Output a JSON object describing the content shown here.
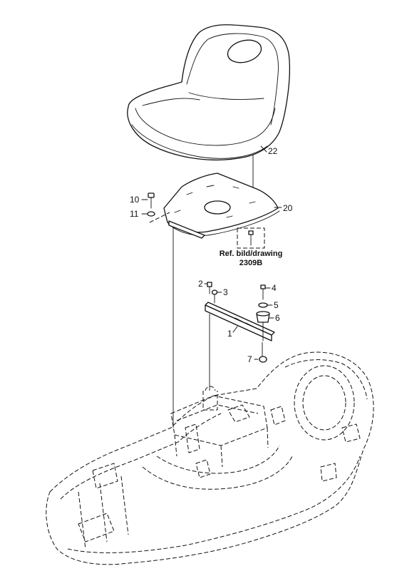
{
  "parts": [
    {
      "id": "p22",
      "label": "22"
    },
    {
      "id": "p20",
      "label": "20"
    },
    {
      "id": "p10",
      "label": "10"
    },
    {
      "id": "p11",
      "label": "11"
    },
    {
      "id": "p2",
      "label": "2"
    },
    {
      "id": "p3",
      "label": "3"
    },
    {
      "id": "p4",
      "label": "4"
    },
    {
      "id": "p5",
      "label": "5"
    },
    {
      "id": "p6",
      "label": "6"
    },
    {
      "id": "p1",
      "label": "1"
    },
    {
      "id": "p7",
      "label": "7"
    }
  ],
  "reference": {
    "line1": "Ref. bild/drawing",
    "line2": "2309B"
  }
}
